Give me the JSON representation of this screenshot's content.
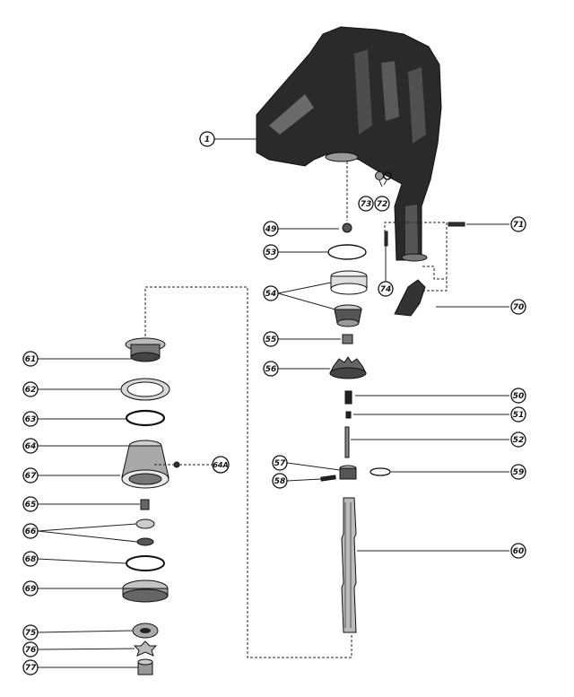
{
  "labels": [
    {
      "id": "1",
      "text": "1"
    },
    {
      "id": "49",
      "text": "49"
    },
    {
      "id": "50",
      "text": "50"
    },
    {
      "id": "51",
      "text": "51"
    },
    {
      "id": "52",
      "text": "52"
    },
    {
      "id": "53",
      "text": "53"
    },
    {
      "id": "54",
      "text": "54"
    },
    {
      "id": "55",
      "text": "55"
    },
    {
      "id": "56",
      "text": "56"
    },
    {
      "id": "57",
      "text": "57"
    },
    {
      "id": "58",
      "text": "58"
    },
    {
      "id": "59",
      "text": "59"
    },
    {
      "id": "60",
      "text": "60"
    },
    {
      "id": "61",
      "text": "61"
    },
    {
      "id": "62",
      "text": "62"
    },
    {
      "id": "63",
      "text": "63"
    },
    {
      "id": "64",
      "text": "64"
    },
    {
      "id": "64A",
      "text": "64A"
    },
    {
      "id": "65",
      "text": "65"
    },
    {
      "id": "66",
      "text": "66"
    },
    {
      "id": "67",
      "text": "67"
    },
    {
      "id": "68",
      "text": "68"
    },
    {
      "id": "69",
      "text": "69"
    },
    {
      "id": "70",
      "text": "70"
    },
    {
      "id": "71",
      "text": "71"
    },
    {
      "id": "72",
      "text": "72"
    },
    {
      "id": "73",
      "text": "73"
    },
    {
      "id": "74",
      "text": "74"
    },
    {
      "id": "75",
      "text": "75"
    },
    {
      "id": "76",
      "text": "76"
    },
    {
      "id": "77",
      "text": "77"
    }
  ]
}
